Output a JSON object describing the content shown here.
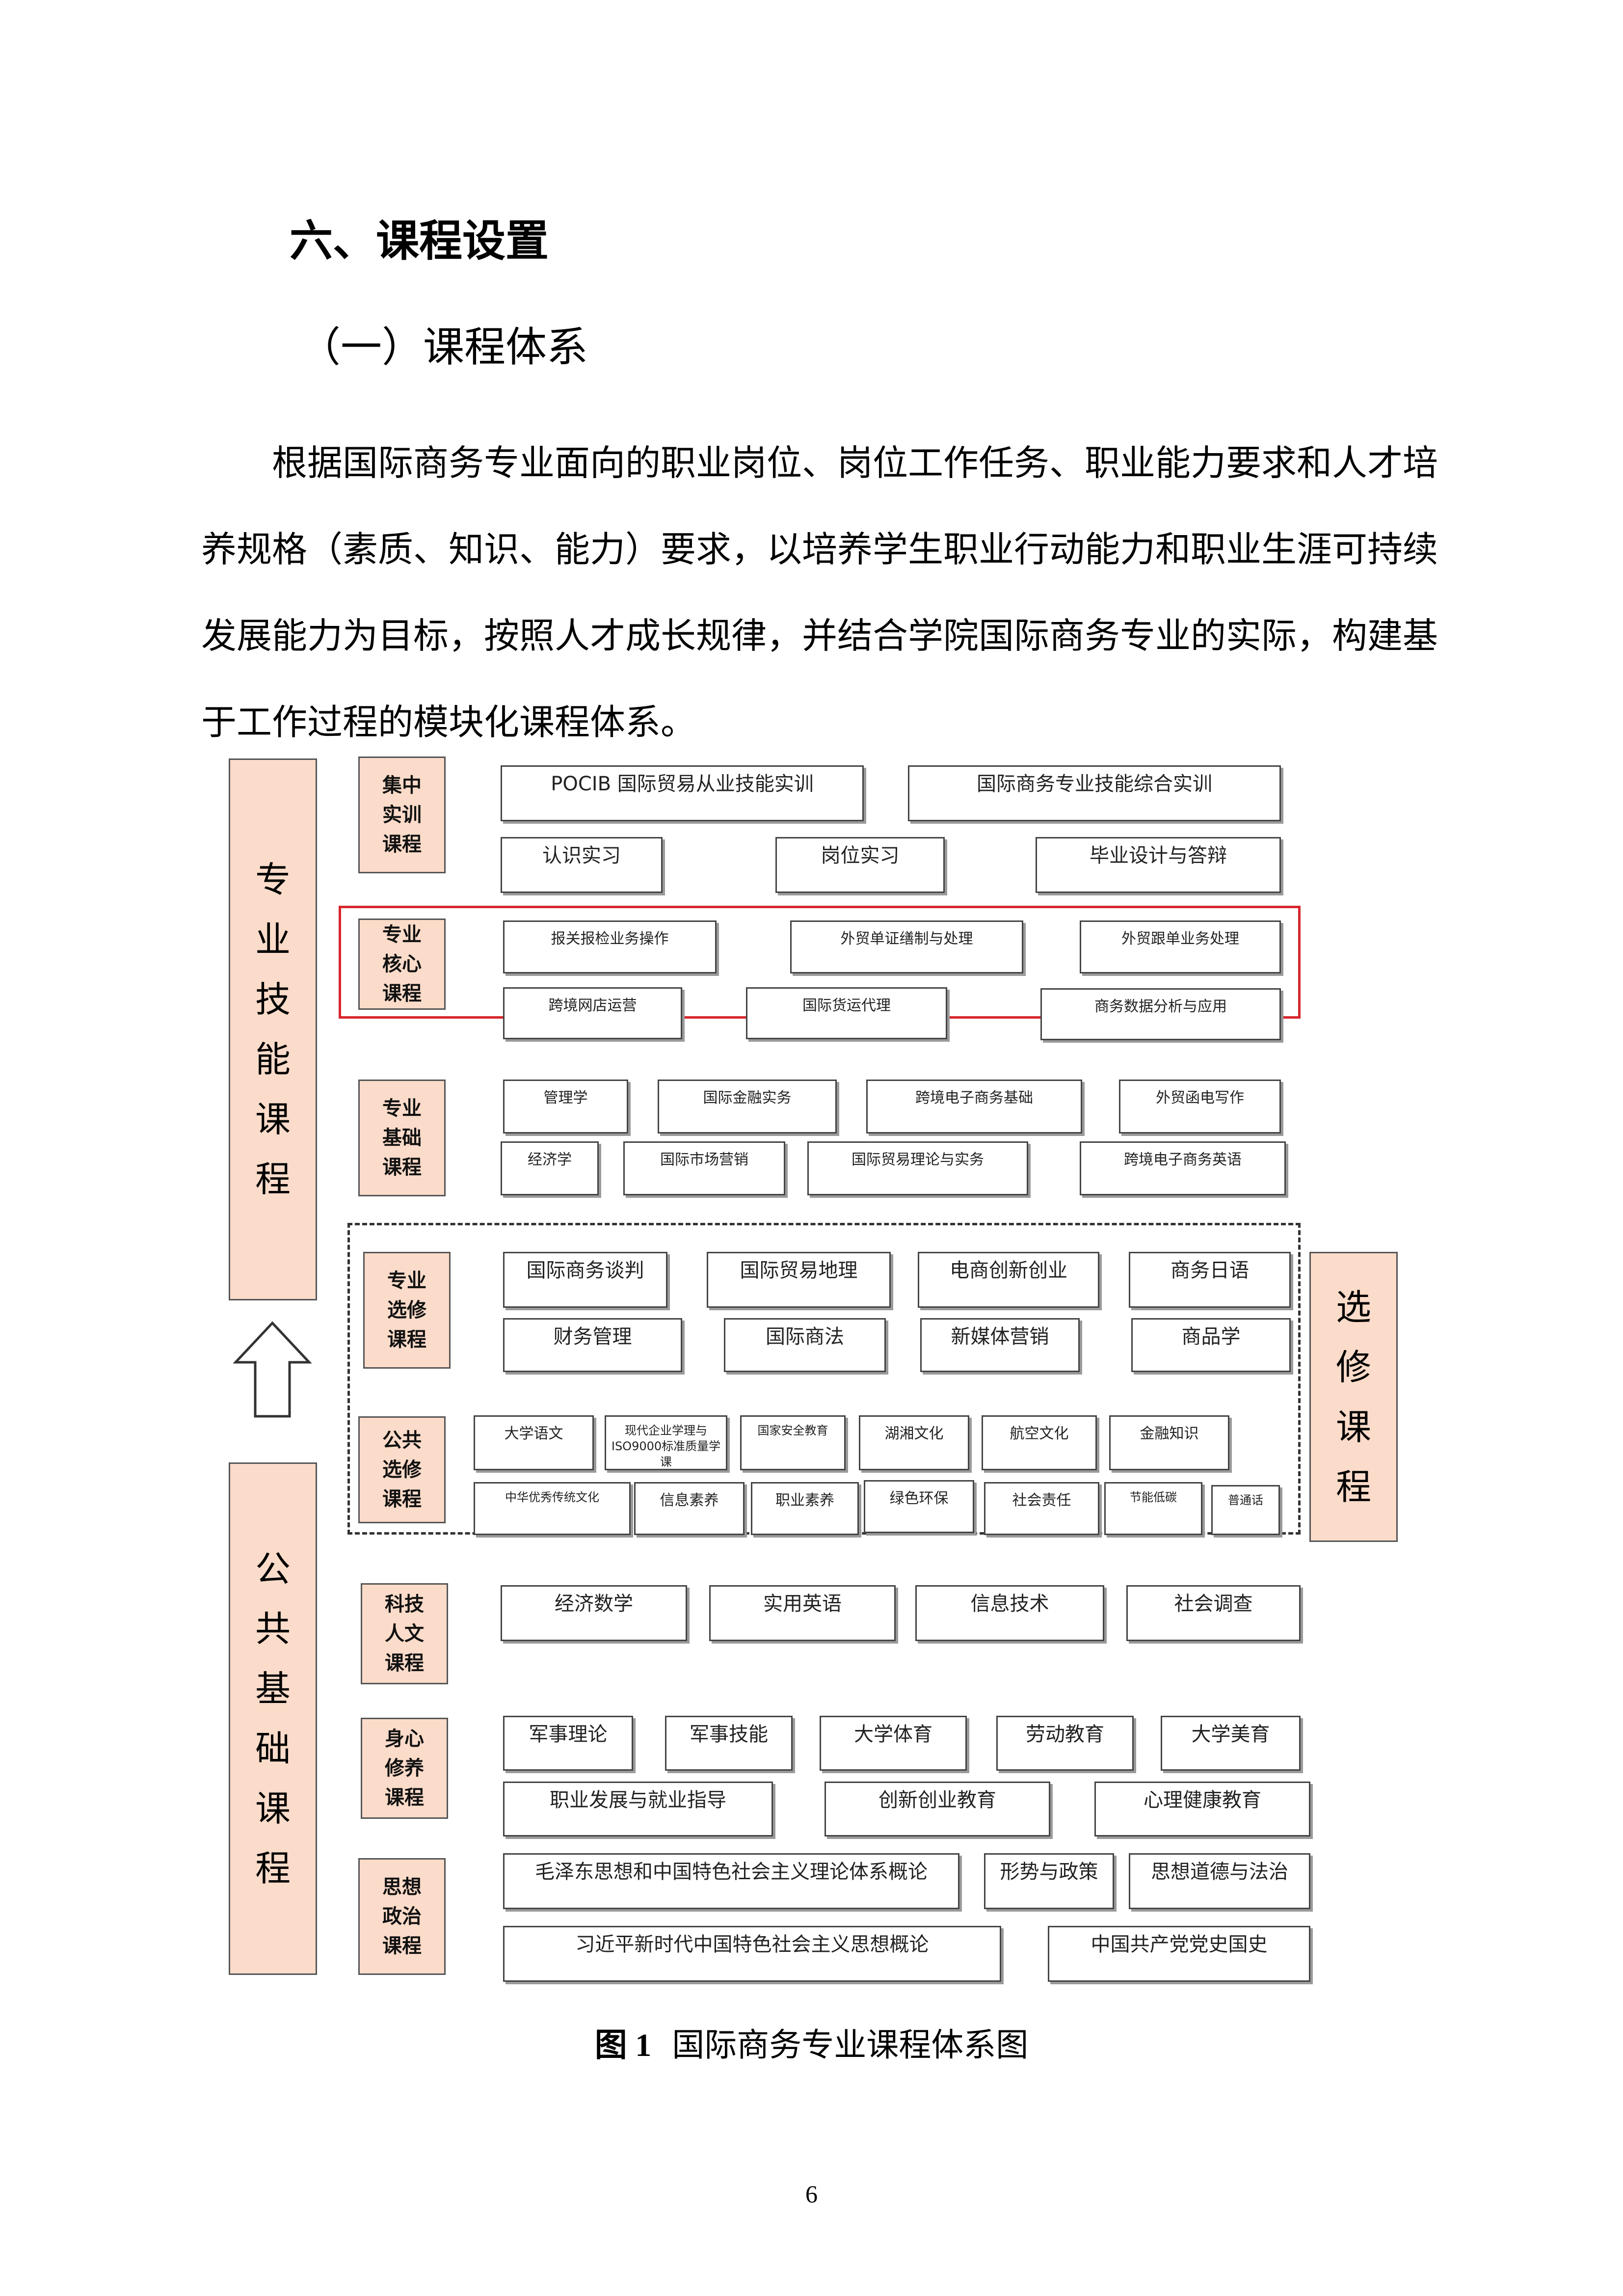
{
  "heading": "六、课程设置",
  "subheading": "（一）课程体系",
  "paragraph": "根据国际商务专业面向的职业岗位、岗位工作任务、职业能力要求和人才培养规格（素质、知识、能力）要求，以培养学生职业行动能力和职业生涯可持续发展能力为目标，按照人才成长规律，并结合学院国际商务专业的实际，构建基于工作过程的模块化课程体系。",
  "diagram": {
    "bands": {
      "professional": [
        "专",
        "业",
        "技",
        "能",
        "课",
        "程"
      ],
      "public": [
        "公",
        "共",
        "基",
        "础",
        "课",
        "程"
      ],
      "elective": [
        "选",
        "修",
        "课",
        "程"
      ]
    },
    "arrow_icon": "up-arrow-icon",
    "categories": {
      "intensive": "集中实训课程",
      "core": "专业核心课程",
      "foundation": "专业基础课程",
      "prof_elective": "专业选修课程",
      "pub_elective": "公共选修课程",
      "sci_hum": "科技人文课程",
      "body_mind": "身心修养课程",
      "ideology": "思想政治课程"
    },
    "courses": {
      "intensive": [
        "POCIB 国际贸易从业技能实训",
        "国际商务专业技能综合实训",
        "认识实习",
        "岗位实习",
        "毕业设计与答辩"
      ],
      "core": [
        "报关报检业务操作",
        "外贸单证缮制与处理",
        "外贸跟单业务处理",
        "跨境网店运营",
        "国际货运代理",
        "商务数据分析与应用"
      ],
      "foundation": [
        "管理学",
        "国际金融实务",
        "跨境电子商务基础",
        "外贸函电写作",
        "经济学",
        "国际市场营销",
        "国际贸易理论与实务",
        "跨境电子商务英语"
      ],
      "prof_elective": [
        "国际商务谈判",
        "国际贸易地理",
        "电商创新创业",
        "商务日语",
        "财务管理",
        "国际商法",
        "新媒体营销",
        "商品学"
      ],
      "pub_elective": [
        "大学语文",
        "现代企业学理与ISO9000标准质量学课",
        "国家安全教育",
        "湖湘文化",
        "航空文化",
        "金融知识",
        "中华优秀传统文化",
        "信息素养",
        "职业素养",
        "绿色环保",
        "社会责任",
        "节能低碳",
        "普通话"
      ],
      "sci_hum": [
        "经济数学",
        "实用英语",
        "信息技术",
        "社会调查"
      ],
      "body_mind": [
        "军事理论",
        "军事技能",
        "大学体育",
        "劳动教育",
        "大学美育",
        "职业发展与就业指导",
        "创新创业教育",
        "心理健康教育"
      ],
      "ideology": [
        "毛泽东思想和中国特色社会主义理论体系概论",
        "形势与政策",
        "思想道德与法治",
        "习近平新时代中国特色社会主义思想概论",
        "中国共产党党史国史"
      ]
    }
  },
  "caption": {
    "label": "图 1",
    "text": "国际商务专业课程体系图"
  },
  "page_number": "6"
}
